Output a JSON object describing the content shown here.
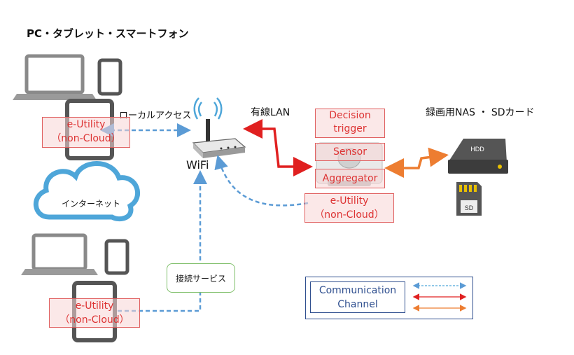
{
  "title": "PC・タブレット・スマートフォン",
  "labels": {
    "local_access": "ローカルアクセス",
    "wired_lan": "有線LAN",
    "nas_sd": "録画用NAS ・ SDカード",
    "internet": "インターネット",
    "connection_service": "接続サービス",
    "wifi": "WiFi",
    "hdd": "HDD",
    "sd": "SD"
  },
  "boxes": {
    "decision": "Decision trigger",
    "sensor": "Sensor",
    "aggregator": "Aggregator",
    "eutil_line1": "e-Utility",
    "eutil_line2": "（non-Cloud）"
  },
  "legend": {
    "line1": "Communication",
    "line2": "Channel"
  },
  "colors": {
    "blue_dash": "#5b9bd5",
    "red": "#e02020",
    "orange": "#ed7d31",
    "box_border": "#e06060",
    "legend": "#2f4f8f"
  }
}
